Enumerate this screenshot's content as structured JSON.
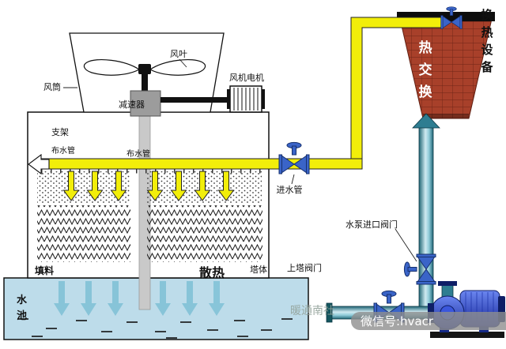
{
  "colors": {
    "pipe_yellow": "#f2ee0a",
    "valve_blue": "#3a64c8",
    "exchanger_red": "#a8402a",
    "pool_blue": "#bddcea",
    "pool_arrow": "#85c3d8",
    "teal_pipe": "#2e7d91",
    "pump_blue": "#2440c0",
    "gear_gray": "#9c9c9c",
    "column_gray": "#c9c9c9"
  },
  "labels": {
    "fan_blade": "风叶",
    "fan_duct": "风筒",
    "fan_motor": "风机电机",
    "reducer": "减速器",
    "support": "支架",
    "water_dist_pipe_left": "布水管",
    "water_dist_pipe_right": "布水管",
    "inlet_pipe": "进水管",
    "fill_material": "填料",
    "heat_dissipation": "散热",
    "tower_body": "塔体",
    "up_tower_valve": "上塔阀门",
    "pump_inlet_valve": "水泵进口阀门",
    "pool_line1": "水",
    "pool_line2": "池",
    "hx_line1": "热",
    "hx_line2": "交",
    "hx_line3": "换",
    "equip_line1": "换",
    "equip_line2": "热",
    "equip_line3": "设",
    "equip_line4": "备",
    "watermark_brand": "暖通南社",
    "watermark_wechat": "微信号:hvacr"
  }
}
